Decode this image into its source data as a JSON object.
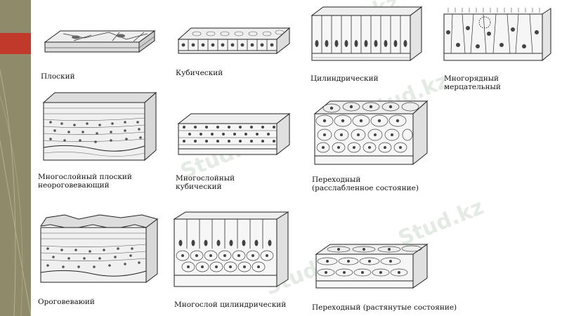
{
  "accent_colors": {
    "sidebar": "#8f8b6a",
    "accent_bar": "#c0392b"
  },
  "tiles": [
    {
      "id": "ploskiy",
      "label_lines": [
        "Плоский"
      ]
    },
    {
      "id": "kubicheskiy",
      "label_lines": [
        "Кубический"
      ]
    },
    {
      "id": "tsilindricheskiy",
      "label_lines": [
        "Цилиндрический"
      ]
    },
    {
      "id": "mnogoryadny",
      "label_lines": [
        "Многорядный",
        "мерцательный"
      ]
    },
    {
      "id": "mnogosloyny-plosky",
      "label_lines": [
        "Многослойный плоский",
        "неороговевающий"
      ]
    },
    {
      "id": "mnogosloyny-kub",
      "label_lines": [
        "Многослойный",
        "кубический"
      ]
    },
    {
      "id": "perekhodny-rassl",
      "label_lines": [
        "Переходный",
        "(расслабленное состояние)"
      ]
    },
    {
      "id": "orogovevayuiy",
      "label_lines": [
        "Ороговеваюий"
      ]
    },
    {
      "id": "mnogosloy-tsil",
      "label_lines": [
        "Многослой цилиндрический"
      ]
    },
    {
      "id": "perekhodny-rast",
      "label_lines": [
        "Переходный (растянутые состояние)"
      ]
    }
  ],
  "watermark": {
    "text": "Stud.kz"
  }
}
